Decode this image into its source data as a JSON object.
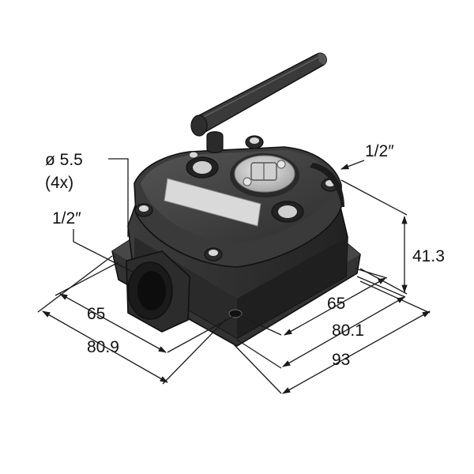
{
  "drawing": {
    "labels": {
      "hole_diameter": "ø 5.5",
      "hole_count": "(4x)",
      "port_left": "1/2″",
      "port_right": "1/2″",
      "height": "41.3",
      "depth_inner": "65",
      "depth_outer": "80.9",
      "width_inner": "65",
      "width_outer_mid": "80.1",
      "width_overall": "93"
    },
    "colors": {
      "housing_dark": "#2b2b2b",
      "housing_mid": "#3a3a3a",
      "housing_light": "#505050",
      "label_plate": "#d9d9d9",
      "window": "#c8c8c8",
      "line": "#1a1a1a"
    }
  }
}
